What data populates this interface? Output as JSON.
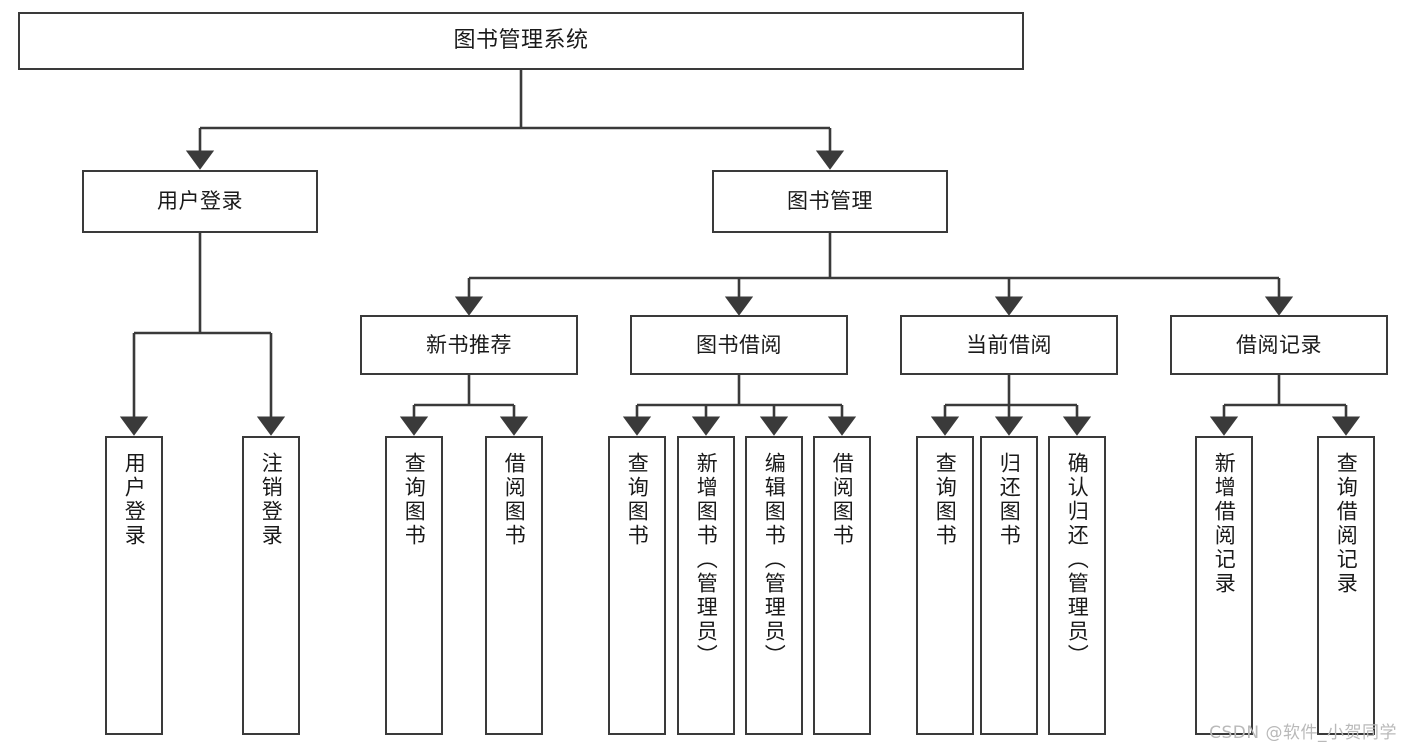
{
  "diagram": {
    "title": "图书管理系统",
    "type": "tree",
    "orientation": "top-down",
    "stroke_color": "#3a3a3a",
    "background_color": "#ffffff",
    "text_color": "#1a1a1a"
  },
  "watermark": {
    "text": "CSDN @软件_小贺同学",
    "color": "#b9b9b9"
  },
  "nodes": {
    "root": {
      "label": "图书管理系统"
    },
    "level1": [
      {
        "label": "用户登录"
      },
      {
        "label": "图书管理"
      }
    ],
    "level2": [
      {
        "label": "新书推荐"
      },
      {
        "label": "图书借阅"
      },
      {
        "label": "当前借阅"
      },
      {
        "label": "借阅记录"
      }
    ],
    "leaves_user_login": [
      {
        "label": "用户登录"
      },
      {
        "label": "注销登录"
      }
    ],
    "leaves_new_book": [
      {
        "label": "查询图书"
      },
      {
        "label": "借阅图书"
      }
    ],
    "leaves_borrow": [
      {
        "label": "查询图书"
      },
      {
        "label": "新增图书（管理员）"
      },
      {
        "label": "编辑图书（管理员）"
      },
      {
        "label": "借阅图书"
      }
    ],
    "leaves_current": [
      {
        "label": "查询图书"
      },
      {
        "label": "归还图书"
      },
      {
        "label": "确认归还（管理员）"
      }
    ],
    "leaves_records": [
      {
        "label": "新增借阅记录"
      },
      {
        "label": "查询借阅记录"
      }
    ]
  }
}
